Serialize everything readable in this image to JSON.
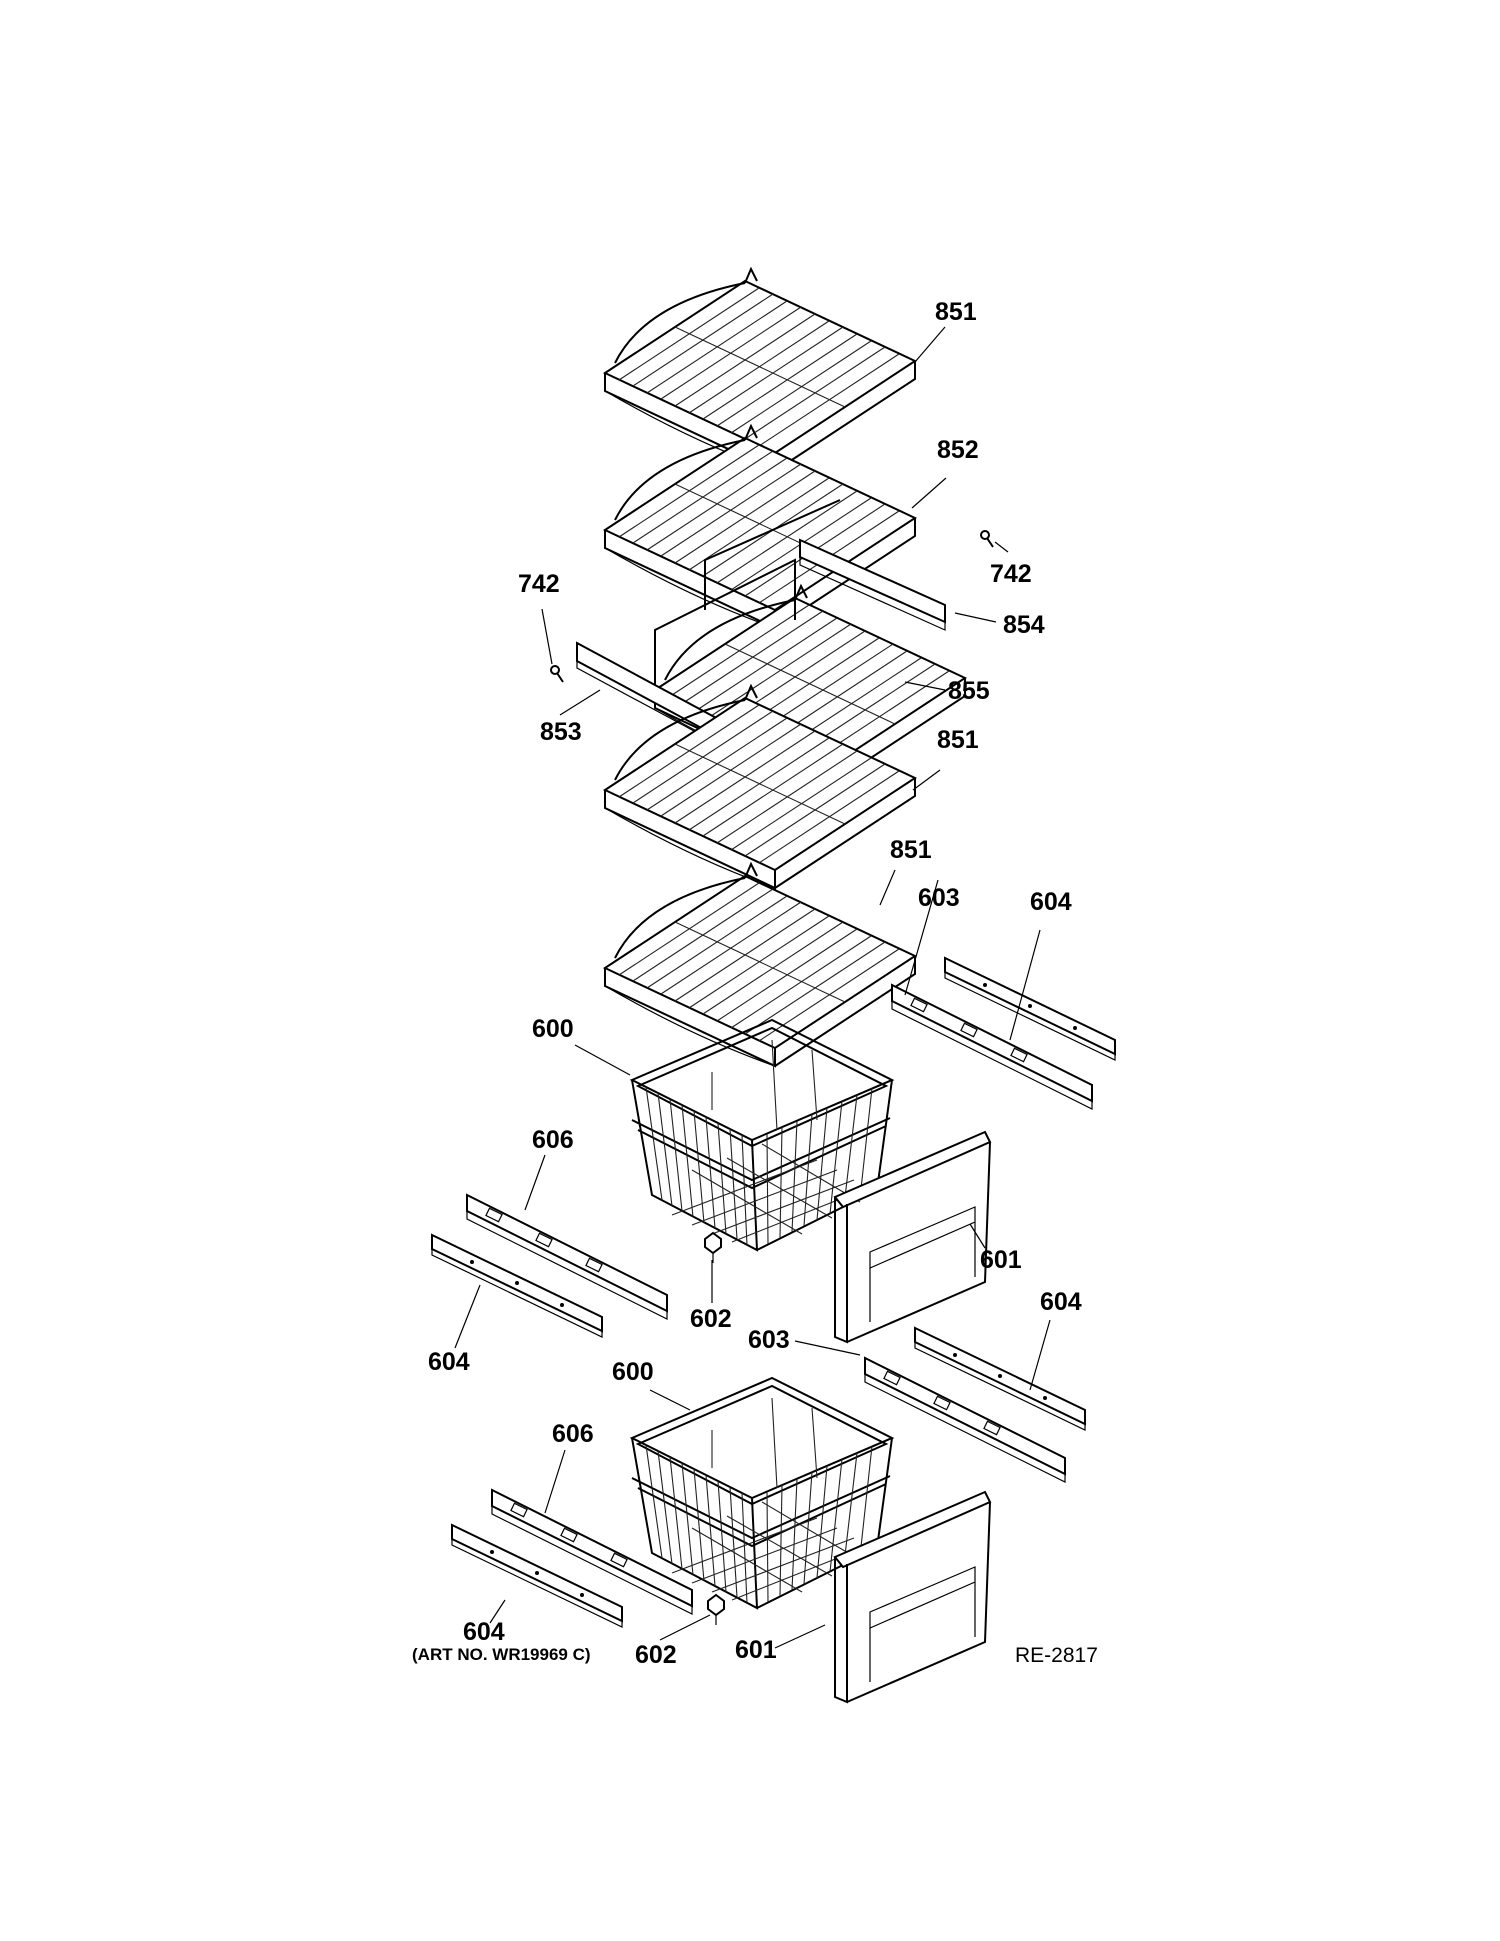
{
  "diagram": {
    "art_number": "(ART NO. WR19969 C)",
    "drawing_code": "RE-2817",
    "labels": {
      "shelf_top_851": "851",
      "shelf_852": "852",
      "screw_right_742": "742",
      "rail_854": "854",
      "screw_left_742": "742",
      "basket_855": "855",
      "rail_853": "853",
      "shelf_mid_851": "851",
      "shelf_low_851": "851",
      "slide_upper_603": "603",
      "rail_upper_right_604": "604",
      "basket_upper_600": "600",
      "slide_upper_606": "606",
      "cover_upper_601": "601",
      "clip_upper_602": "602",
      "rail_upper_left_604": "604",
      "slide_lower_603": "603",
      "rail_lower_right_604": "604",
      "basket_lower_600": "600",
      "slide_lower_606": "606",
      "rail_lower_left_604": "604",
      "clip_lower_602": "602",
      "cover_lower_601": "601"
    }
  }
}
